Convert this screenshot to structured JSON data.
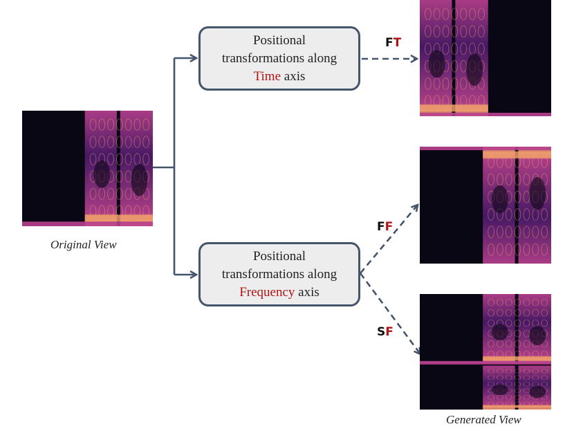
{
  "boxes": {
    "time": {
      "line1": "Positional",
      "line2": "transformations along",
      "accent": "Time",
      "suffix": " axis"
    },
    "frequency": {
      "line1": "Positional",
      "line2": "transformations along",
      "accent": "Frequency",
      "suffix": " axis"
    }
  },
  "labels": {
    "ft": {
      "first": "F",
      "second": "T"
    },
    "ff": {
      "first": "F",
      "second": "F"
    },
    "sf": {
      "first": "S",
      "second": "F"
    }
  },
  "captions": {
    "original": "Original View",
    "generated": "Generated View"
  },
  "colors": {
    "arrow": "#44546a",
    "box_fill": "#ededed",
    "accent": "#b01414",
    "spectrogram_bg": "#0a0714",
    "spectrogram_hot": "#f4a36c",
    "spectrogram_mid": "#b8408f",
    "spectrogram_low": "#4b1a6b"
  }
}
